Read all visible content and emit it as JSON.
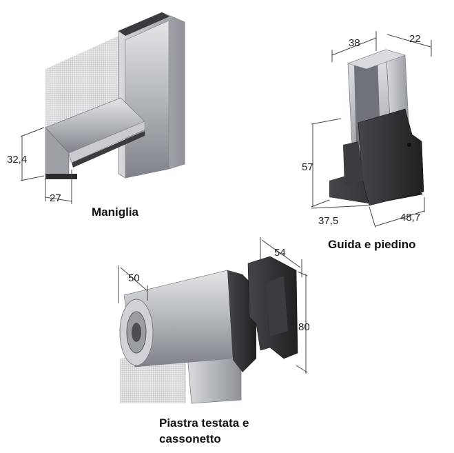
{
  "maniglia": {
    "caption": "Maniglia",
    "dim_height": "32,4",
    "dim_width": "27"
  },
  "guida": {
    "caption": "Guida e piedino",
    "dim_top_width": "38",
    "dim_top_depth": "22",
    "dim_height": "57",
    "dim_base_width": "37,5",
    "dim_base_depth": "48,7"
  },
  "piastra": {
    "caption_line1": "Piastra testata e",
    "caption_line2": "cassonetto",
    "dim_diameter": "50",
    "dim_plate_width": "54",
    "dim_plate_height": "80"
  },
  "colors": {
    "aluminium": "#b9bcc0",
    "aluminium_dark": "#8c9096",
    "plastic": "#2e2f32",
    "mesh": "#cfd1d4"
  }
}
